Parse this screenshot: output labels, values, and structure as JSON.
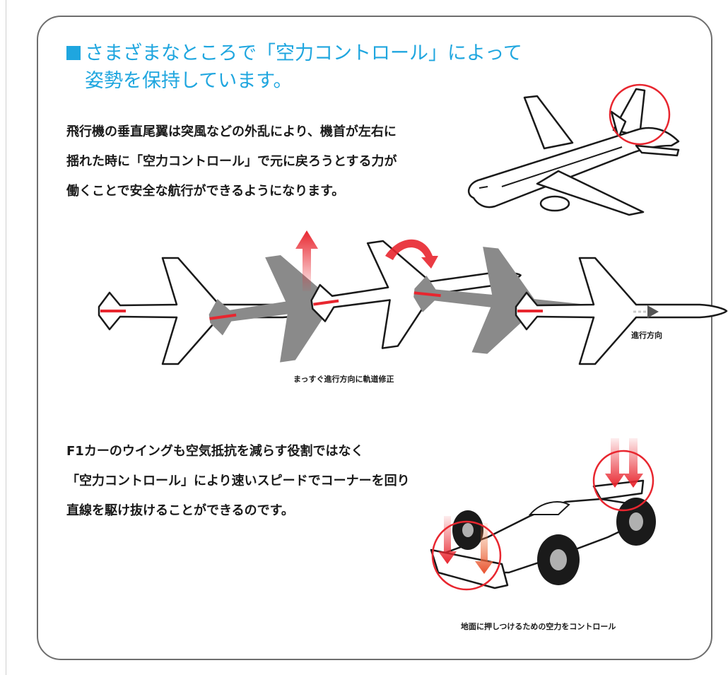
{
  "heading": {
    "line1": "さまざまなところで「空力コントロール」によって",
    "line2": "姿勢を保持しています。"
  },
  "airplane_text": {
    "lines": [
      "飛行機の垂直尾翼は突風などの外乱により、機首が左右に",
      "揺れた時に「空力コントロール」で元に戻ろうとする力が",
      "働くことで安全な航行ができるようになります。"
    ]
  },
  "captions": {
    "direction": "進行方向",
    "correction": "まっすぐ進行方向に軌道修正",
    "f1": "地面に押しつけるための空力をコントロール"
  },
  "f1_text": {
    "lines": [
      "F1カーのウイングも空気抵抗を減らす役割ではなく",
      "「空力コントロール」により速いスピードでコーナーを回り",
      "直線を駆け抜けることができるのです。"
    ]
  },
  "colors": {
    "heading": "#1fa6df",
    "accent_red": "#e8262f",
    "shadow_plane": "#8a8a8a",
    "border": "#6e6e6e"
  },
  "icons": {
    "heading_marker": "square-bullet-icon",
    "direction_arrow": "arrow-right-icon",
    "lift_arrow": "arrow-up-icon",
    "rotation_arrow": "curved-arrow-icon",
    "downforce_arrows": "arrow-down-icon"
  }
}
